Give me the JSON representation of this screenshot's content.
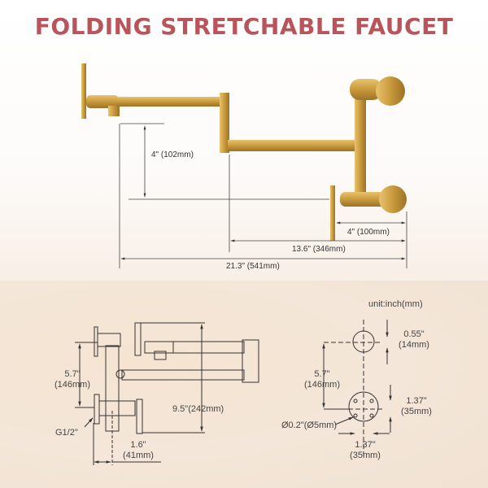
{
  "title": "FOLDING STRETCHABLE FAUCET",
  "colors": {
    "title": "#b9545b",
    "brass": "#c99a3c",
    "line": "#444444"
  },
  "top_dims": {
    "height": "4\" (102mm)",
    "handle_offset": "4\" (100mm)",
    "arm": "13.6\" (346mm)",
    "total": "21.3\" (541mm)"
  },
  "side_view": {
    "spacing_in": "5.7\"",
    "spacing_mm": "(146mm)",
    "thread": "G1/2\"",
    "depth_in": "1.6\"",
    "depth_mm": "(41mm)",
    "height": "9.5\"(242mm)"
  },
  "front_view": {
    "unit": "unit:inch(mm)",
    "top_in": "0.55\"",
    "top_mm": "(14mm)",
    "spacing_in": "5.7\"",
    "spacing_mm": "(146mm)",
    "hole": "Ø0.2\"(Ø5mm)",
    "flange_h_in": "1.37\"",
    "flange_h_mm": "(35mm)",
    "flange_w_in": "1.37\"",
    "flange_w_mm": "(35mm)"
  }
}
